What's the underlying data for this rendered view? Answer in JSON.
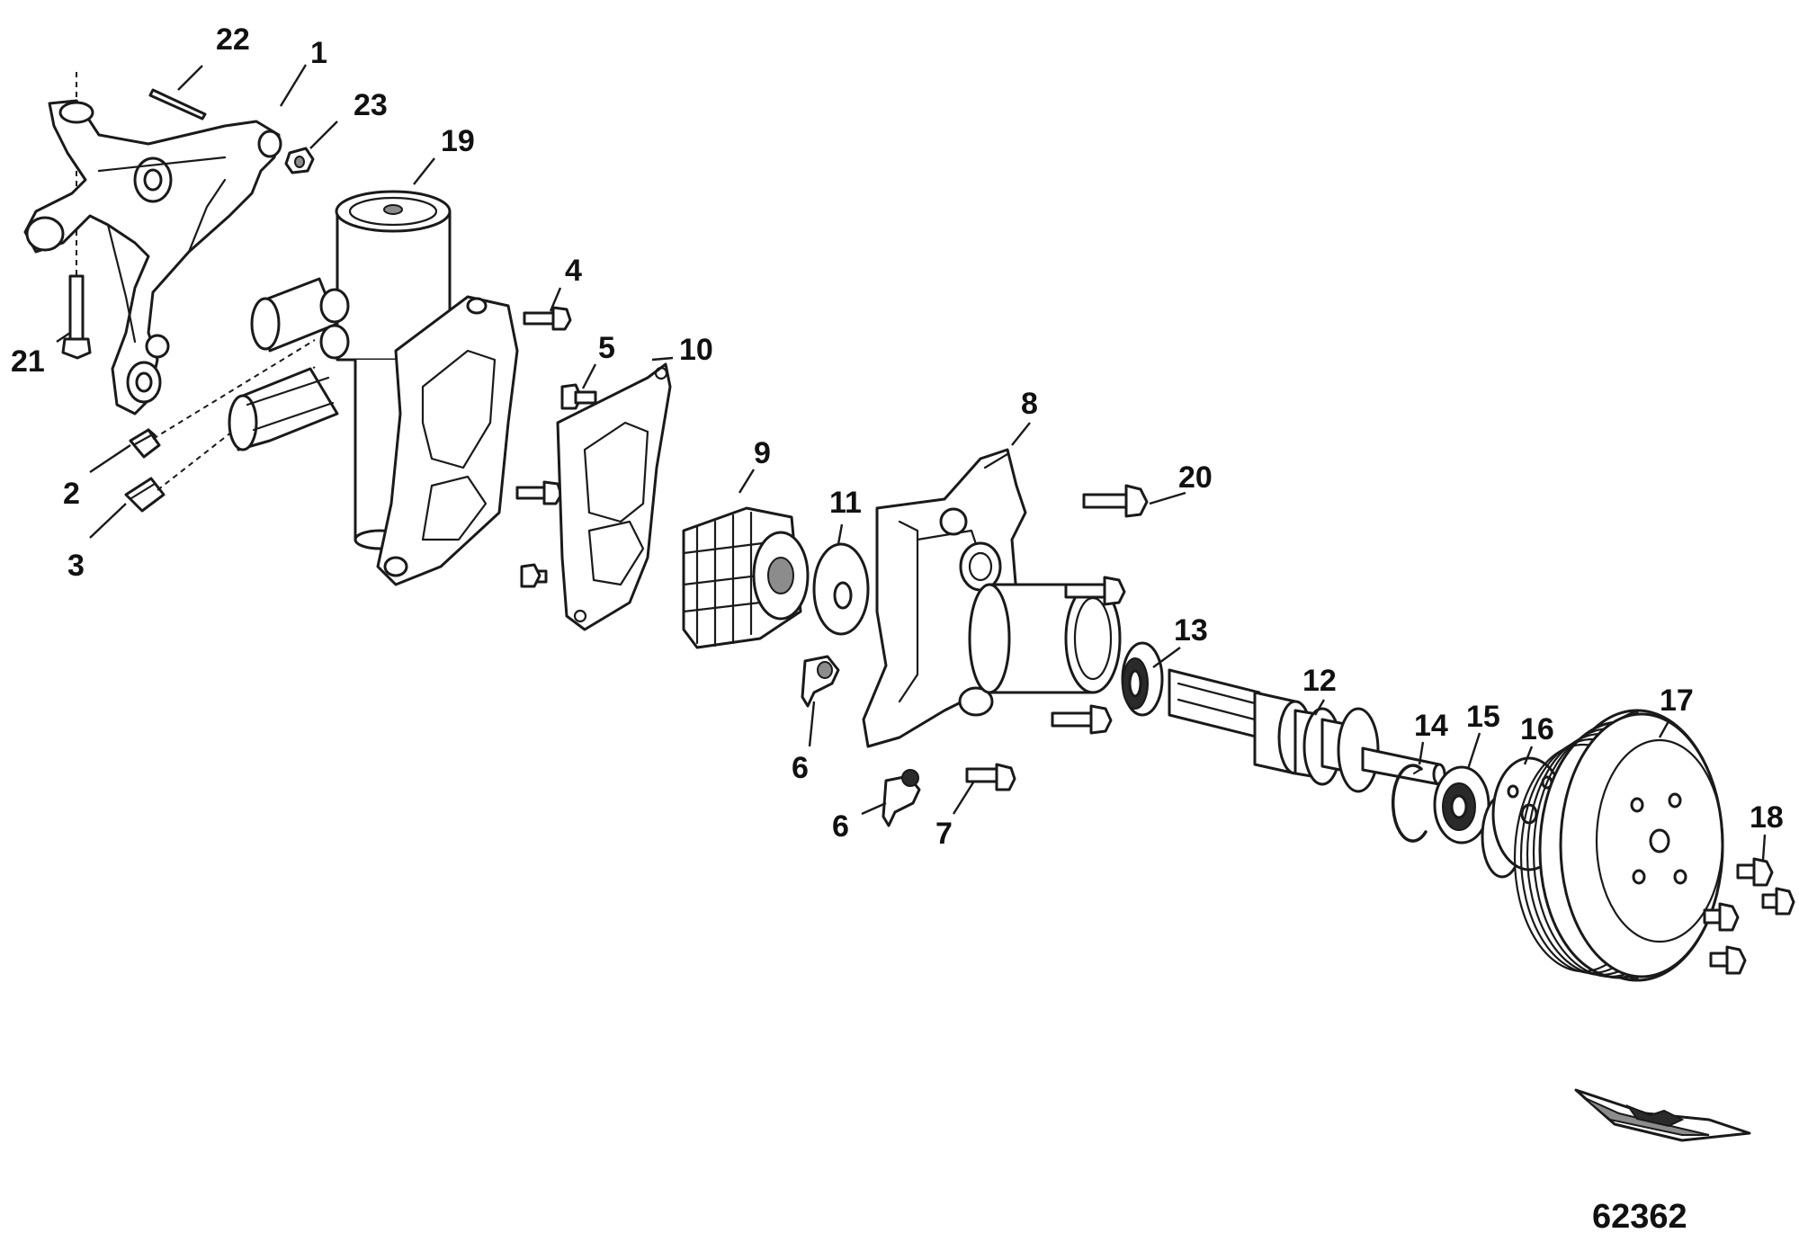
{
  "callouts": {
    "c1": "1",
    "c2": "2",
    "c3": "3",
    "c4": "4",
    "c5": "5",
    "c6a": "6",
    "c6b": "6",
    "c7": "7",
    "c8": "8",
    "c9": "9",
    "c10": "10",
    "c11": "11",
    "c12": "12",
    "c13": "13",
    "c14": "14",
    "c15": "15",
    "c16": "16",
    "c17": "17",
    "c18": "18",
    "c19": "19",
    "c20": "20",
    "c21": "21",
    "c22": "22",
    "c23": "23"
  },
  "figure_number": "62362"
}
